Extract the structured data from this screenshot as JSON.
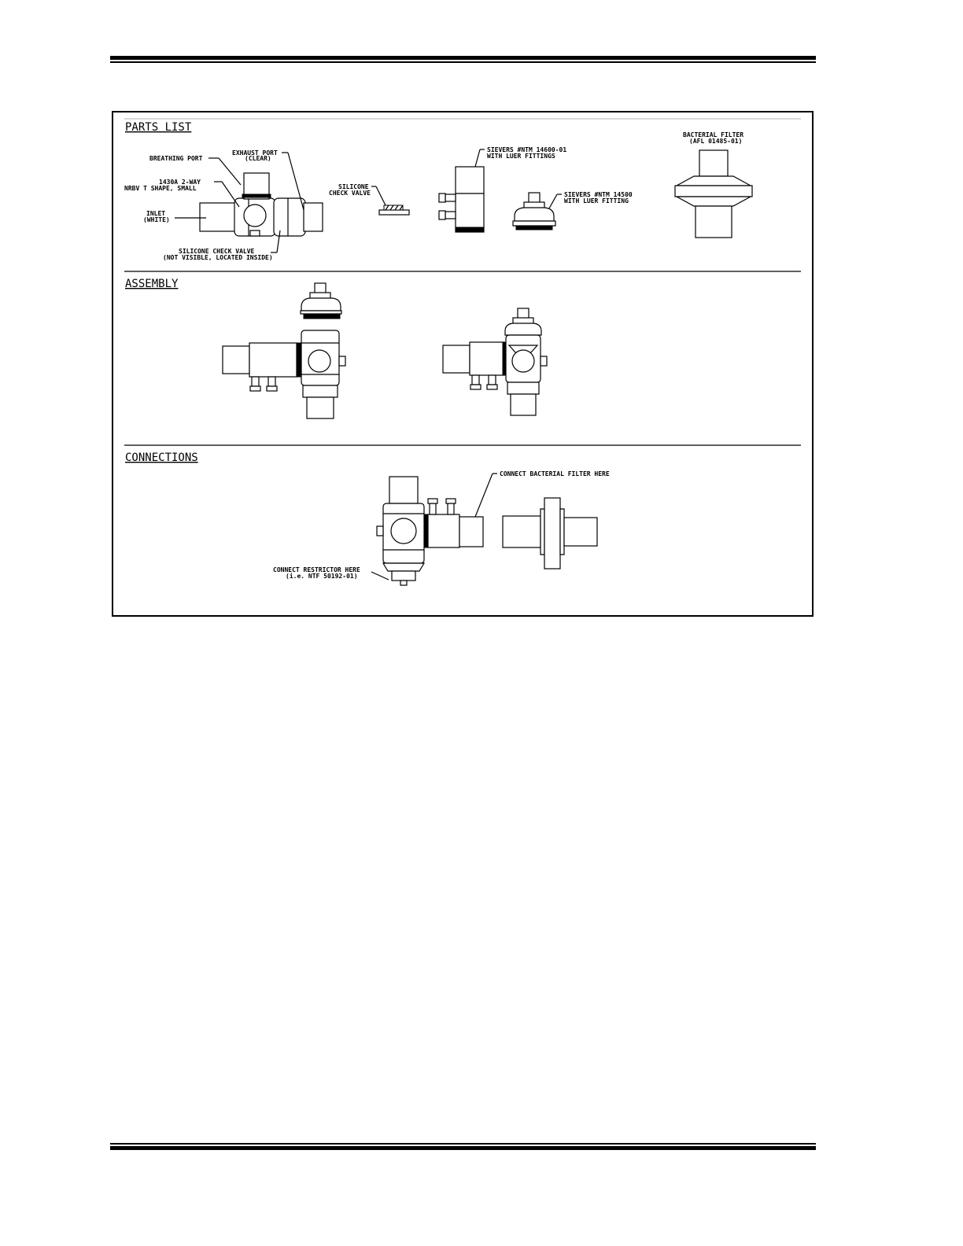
{
  "sections": {
    "parts_list": "PARTS LIST",
    "assembly": "ASSEMBLY",
    "connections": "CONNECTIONS"
  },
  "labels": {
    "breathing_port": "BREATHING PORT",
    "exhaust_port": [
      "EXHAUST PORT",
      "(CLEAR)"
    ],
    "valve_name": [
      "1430A 2-WAY",
      "NRBV T SHAPE, SMALL"
    ],
    "inlet": [
      "INLET",
      "(WHITE)"
    ],
    "check_valve_inside": [
      "SILICONE CHECK VALVE",
      "(NOT VISIBLE, LOCATED INSIDE)"
    ],
    "silicone_check_valve": [
      "SILICONE",
      "CHECK VALVE"
    ],
    "sievers_fitting_1": [
      "SIEVERS #NTM 14600-01",
      "WITH LUER FITTINGS"
    ],
    "sievers_fitting_2": [
      "SIEVERS #NTM 14500",
      "WITH LUER FITTING"
    ],
    "bacterial_filter": [
      "BACTERIAL FILTER",
      "(AFL 01485-01)"
    ],
    "connect_filter": "CONNECT BACTERIAL FILTER HERE",
    "connect_restrictor": [
      "CONNECT RESTRICTOR HERE",
      "(i.e. NTF 50192-01)"
    ]
  }
}
